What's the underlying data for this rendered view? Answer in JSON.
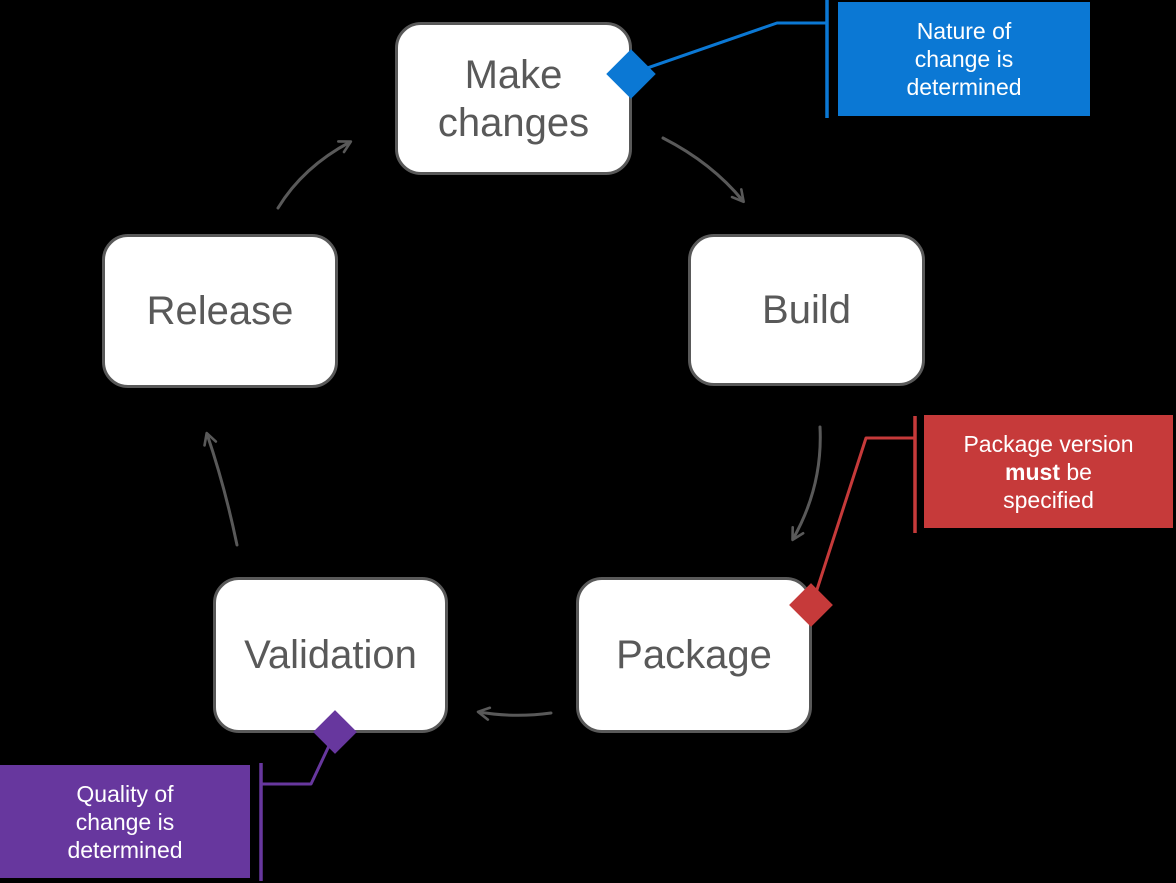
{
  "canvas": {
    "background": "#000000"
  },
  "colors": {
    "box_fill": "#ffffff",
    "box_border": "#595959",
    "box_text": "#595959",
    "arrow": "#595959",
    "blue": "#0b78d4",
    "red": "#c63a3a",
    "purple": "#67379e",
    "callout_text": "#ffffff"
  },
  "nodes": {
    "make_changes": {
      "label": "Make changes"
    },
    "build": {
      "label": "Build"
    },
    "package": {
      "label": "Package"
    },
    "validation": {
      "label": "Validation"
    },
    "release": {
      "label": "Release"
    }
  },
  "callouts": {
    "nature": {
      "lines": [
        "Nature of",
        "change is",
        "determined"
      ]
    },
    "package_version": {
      "line1": "Package version",
      "line2_bold": "must",
      "line2_rest": " be",
      "line3": "specified"
    },
    "quality": {
      "lines": [
        "Quality of",
        "change is",
        "determined"
      ]
    }
  }
}
